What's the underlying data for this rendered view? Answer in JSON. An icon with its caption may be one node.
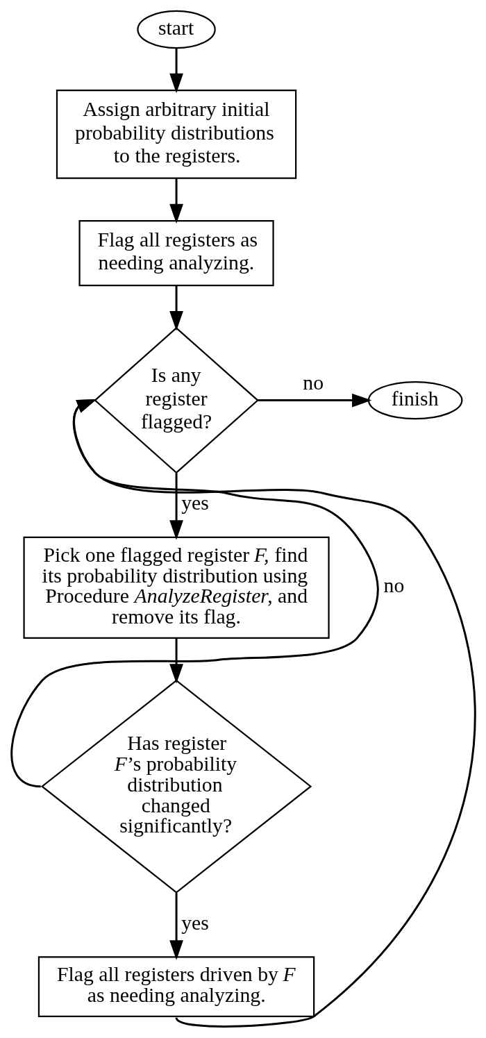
{
  "diagram": {
    "nodes": [
      {
        "text": [
          "start"
        ]
      },
      {
        "text": [
          "Assign arbitrary initial probability distributions to the registers."
        ]
      },
      {
        "text": [
          "Flag all registers as needing analyzing."
        ]
      },
      {
        "text": [
          "Is any register flagged?"
        ]
      },
      {
        "text": [
          "finish"
        ]
      },
      {
        "text": [
          "Pick one flagged register *F,* find its probability distribution using Procedure *AnalyzeRegister*, and remove its flag."
        ]
      },
      {
        "text": [
          "Has register *F*’s probability distribution changed significantly?"
        ]
      },
      {
        "text": [
          "Flag all registers driven by *F* as needing analyzing."
        ]
      }
    ],
    "edges": [
      {
        "from": 0,
        "to": 1,
        "arrow": "to"
      },
      {
        "from": 1,
        "to": 2,
        "arrow": "to"
      },
      {
        "from": 2,
        "to": 3,
        "arrow": "to"
      },
      {
        "from": 3,
        "to": 4,
        "label": "no",
        "arrow": "to"
      },
      {
        "from": 3,
        "to": 5,
        "label": "yes",
        "arrow": "to"
      },
      {
        "from": 5,
        "to": 6,
        "arrow": "to"
      },
      {
        "from": 6,
        "to": 3,
        "label": "no",
        "arrow": "to"
      },
      {
        "from": 6,
        "to": 7,
        "label": "yes",
        "arrow": "to"
      },
      {
        "from": 7,
        "to": 3,
        "arrow": "to"
      }
    ]
  }
}
